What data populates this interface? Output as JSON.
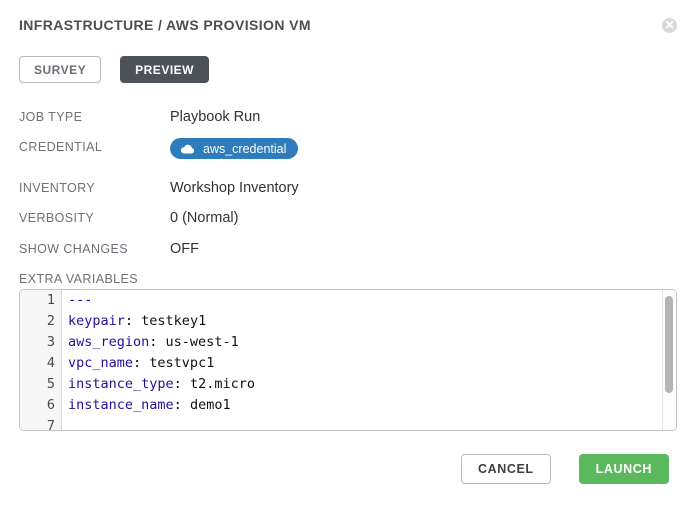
{
  "header": {
    "title": "INFRASTRUCTURE / AWS PROVISION VM",
    "close_icon": "times-circle-icon",
    "close_glyph": "✕"
  },
  "tabs": [
    {
      "label": "SURVEY",
      "active": false
    },
    {
      "label": "PREVIEW",
      "active": true
    }
  ],
  "details": [
    {
      "label": "JOB TYPE",
      "value": "Playbook Run"
    },
    {
      "label": "CREDENTIAL",
      "value": "aws_credential",
      "badge": true,
      "icon": "cloud-icon"
    },
    {
      "label": "INVENTORY",
      "value": "Workshop Inventory"
    },
    {
      "label": "VERBOSITY",
      "value": "0 (Normal)"
    },
    {
      "label": "SHOW CHANGES",
      "value": "OFF"
    }
  ],
  "extra_variables": {
    "label": "EXTRA VARIABLES",
    "language": "yaml",
    "lines": [
      {
        "number": "1",
        "tokens": [
          {
            "text": "---",
            "style": "def"
          }
        ]
      },
      {
        "number": "2",
        "tokens": [
          {
            "text": "keypair",
            "style": "key"
          },
          {
            "text": ": ",
            "style": "plain"
          },
          {
            "text": "testkey1",
            "style": "plain"
          }
        ]
      },
      {
        "number": "3",
        "tokens": [
          {
            "text": "aws_region",
            "style": "key"
          },
          {
            "text": ": ",
            "style": "plain"
          },
          {
            "text": "us-west-1",
            "style": "plain"
          }
        ]
      },
      {
        "number": "4",
        "tokens": [
          {
            "text": "vpc_name",
            "style": "key"
          },
          {
            "text": ": ",
            "style": "plain"
          },
          {
            "text": "testvpc1",
            "style": "plain"
          }
        ]
      },
      {
        "number": "5",
        "tokens": [
          {
            "text": "instance_type",
            "style": "key"
          },
          {
            "text": ": ",
            "style": "plain"
          },
          {
            "text": "t2.micro",
            "style": "plain"
          }
        ]
      },
      {
        "number": "6",
        "tokens": [
          {
            "text": "instance_name",
            "style": "key"
          },
          {
            "text": ": ",
            "style": "plain"
          },
          {
            "text": "demo1",
            "style": "plain"
          }
        ]
      },
      {
        "number": "7",
        "tokens": []
      }
    ]
  },
  "footer": {
    "cancel_label": "CANCEL",
    "launch_label": "LAUNCH"
  },
  "colors": {
    "badge_blue": "#2e7cbb",
    "launch_green": "#5cb85c",
    "tab_active_bg": "#4d5259",
    "syntax_key": "#221199",
    "syntax_def": "#0000cc",
    "scrollbar_gray": "#b4b4b4"
  }
}
